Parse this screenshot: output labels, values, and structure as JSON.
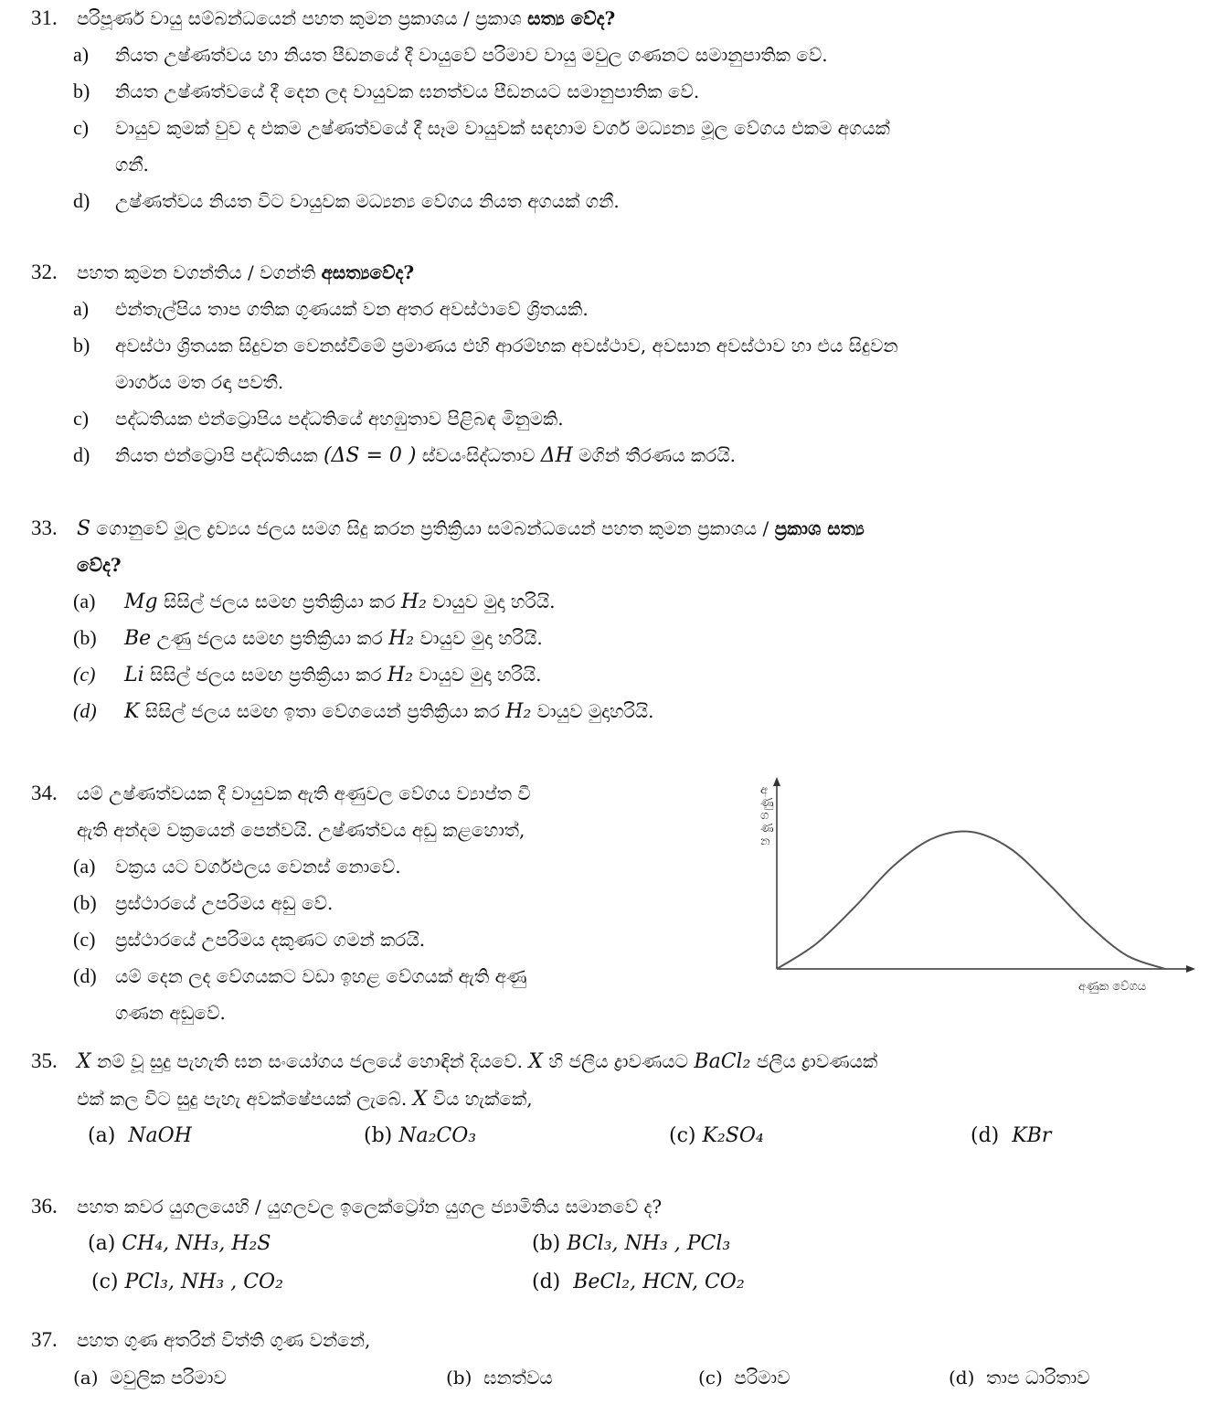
{
  "q31": {
    "num": "31.",
    "stem_a": "පරිපූර්ණ වායු සම්බන්ධයෙන් පහත කුමන ප්‍රකාශය / ප්‍රකාශ ",
    "stem_b": "සත්‍ය වේද?",
    "opts": [
      {
        "label": "a)",
        "text": "නියත උෂ්ණත්වය හා නියත පීඩනයේ දී වායුවේ පරිමාව වායු මවුල ගණනට සමානුපාතික වේ."
      },
      {
        "label": "b)",
        "text": "නියත උෂ්ණත්වයේ දී දෙන ලද වායුවක ඝනත්වය පීඩනයට සමානුපාතික වේ."
      },
      {
        "label": "c)",
        "text": "වායුව කුමක් වුව ද එකම උෂ්ණත්වයේ දී සෑම වායුවක් සඳහාම වර්ග මධ්‍යන්‍ය මූල වේගය එකම අගයක්",
        "cont": "ගනී."
      },
      {
        "label": "d)",
        "text": "උෂ්ණත්වය නියත විට වායුවක මධ්‍යන්‍ය වේගය නියත අගයක් ගනී."
      }
    ]
  },
  "q32": {
    "num": "32.",
    "stem_a": "පහත කුමන වගන්තිය / වගන්ති ",
    "stem_b": "අසත්‍යවේද?",
    "opts": [
      {
        "label": "a)",
        "text": "එන්තැල්පිය තාප ගතික ගුණයක් වන අතර අවස්ථාවේ ශ්‍රිතයකි."
      },
      {
        "label": "b)",
        "text": "අවස්ථා ශ්‍රිතයක සිදුවන වෙනස්වීමේ ප්‍රමාණය එහි ආරම්භක අවස්ථාව, අවසාන අවස්ථාව හා එය සිදුවන",
        "cont": "මාර්ගය මත රඳා පවතී."
      },
      {
        "label": "c)",
        "text": "පද්ධතියක එන්ට්‍රොපිය පද්ධතියේ අහඹුතාව පිළිබඳ මිනුමකි."
      },
      {
        "label": "d)",
        "text_a": "නියත එන්ට්‍රොපි පද්ධතියක ",
        "math1": "(ΔS = 0 )",
        "text_b": " ස්වයංසිද්ධතාව ",
        "math2": "ΔH",
        "text_c": "  මගින් තීරණය කරයි."
      }
    ]
  },
  "q33": {
    "num": "33.",
    "math_s": "S",
    "stem_a": "  ගොනුවේ මූල ද්‍රව්‍යය ජලය සමග සිදු කරන ප්‍රතික්‍රියා සම්බන්ධයෙන් පහත කුමන ප්‍රකාශය / ",
    "stem_b": "ප්‍රකාශ සත්‍ය",
    "stem_c": "වේද?",
    "opts": [
      {
        "label": "(a)",
        "el": "Mg",
        "t1": "  සිසිල් ජලය සමඟ ප්‍රතික්‍රියා කර ",
        "gas": "H₂",
        "t2": " වායුව මුදා හරියි."
      },
      {
        "label": "(b)",
        "el": "Be",
        "t1": " උණු ජලය සමඟ ප්‍රතික්‍රියා කර ",
        "gas": "H₂",
        "t2": " වායුව මුදා හරියි."
      },
      {
        "label": "(c)",
        "el": "Li",
        "t1": "  සිසිල් ජලය සමඟ ප්‍රතික්‍රියා කර ",
        "gas": "H₂",
        "t2": "  වායුව මුදා හරියි."
      },
      {
        "label": "(d)",
        "el": "K",
        "t1": "  සිසිල් ජලය සමඟ ඉතා වේගයෙන් ප්‍රතික්‍රියා කර ",
        "gas": "H₂",
        "t2": "  වායුව මුදාහරියි."
      }
    ]
  },
  "q34": {
    "num": "34.",
    "stem_l1": "යම් උෂ්ණත්වයක දී වායුවක ඇති අණුවල වේගය ව්‍යාප්ත වී",
    "stem_l2": "ඇති අන්දම වක්‍රයෙන් පෙන්වයි. උෂ්ණත්වය අඩු කළහොත්,",
    "opts": [
      {
        "label": "(a)",
        "text": "වක්‍රය යට වර්ගඵලය වෙනස් නොවේ."
      },
      {
        "label": "(b)",
        "text": "ප්‍රස්ථාරයේ උපරිමය අඩු වේ."
      },
      {
        "label": "(c)",
        "text": "ප්‍රස්ථාරයේ උපරිමය දකුණට ගමන් කරයි."
      },
      {
        "label": "(d)",
        "text": "යම් දෙන ලද වේගයකට වඩා ඉහළ වේගයක් ඇති අණු",
        "cont": "ගණන අඩුවේ."
      }
    ],
    "graph": {
      "ylabel": "අණු ගණන",
      "xlabel": "අණුක වේගය"
    }
  },
  "chart_data": {
    "type": "line",
    "x": [
      0,
      1,
      2,
      3,
      4,
      5,
      6,
      7,
      8,
      9,
      10
    ],
    "series": [
      {
        "values": [
          0,
          0.18,
          0.45,
          0.75,
          0.95,
          1.0,
          0.88,
          0.62,
          0.33,
          0.1,
          0
        ]
      }
    ],
    "xlabel": "අණුක වේගය",
    "ylabel": "අණු ගණන",
    "grid": false
  },
  "q35": {
    "num": "35.",
    "x1": "X",
    "l1a": " නම් වූ සුදු පැහැති ඝන සංයෝගය ජලයේ හොඳින් දියවේ. ",
    "x2": "X",
    "l1b": " හි ජලීය ද්‍රාවණයට  ",
    "bacl": "BaCl₂",
    "l1c": "  ජලීය ද්‍රාවණයක්",
    "l2a": "එක් කල විට සුදු පැහැ අවක්ෂේපයක් ලැබේ. ",
    "x3": "X",
    "l2b": " විය හැක්කේ,",
    "opts": [
      {
        "label": "(a)",
        "val": "NaOH"
      },
      {
        "label": "(b)",
        "val": "Na₂CO₃"
      },
      {
        "label": "(c)",
        "val": "K₂SO₄"
      },
      {
        "label": "(d)",
        "val": "KBr"
      }
    ]
  },
  "q36": {
    "num": "36.",
    "stem": "පහත කවර යුගලයෙහි / යුගලවල ඉලෙක්ට්‍රෝන යුගල ජ්‍යාමිතිය සමානවේ ද?",
    "opts": [
      {
        "label": "(a)",
        "val": "CH₄, NH₃, H₂S"
      },
      {
        "label": "(b)",
        "val": "BCl₃, NH₃ , PCl₃"
      },
      {
        "label": "(c)",
        "val": "PCl₃, NH₃ , CO₂"
      },
      {
        "label": "(d)",
        "val": "BeCl₂, HCN, CO₂"
      }
    ]
  },
  "q37": {
    "num": "37.",
    "stem": "පහත ගුණ අතරින් විත්ති ගුණ වන්නේ,",
    "opts": [
      {
        "label": "(a)",
        "val": "මවුලික පරිමාව"
      },
      {
        "label": "(b)",
        "val": "ඝනත්වය"
      },
      {
        "label": "(c)",
        "val": "පරිමාව"
      },
      {
        "label": "(d)",
        "val": "තාප ධාරිතාව"
      }
    ]
  }
}
